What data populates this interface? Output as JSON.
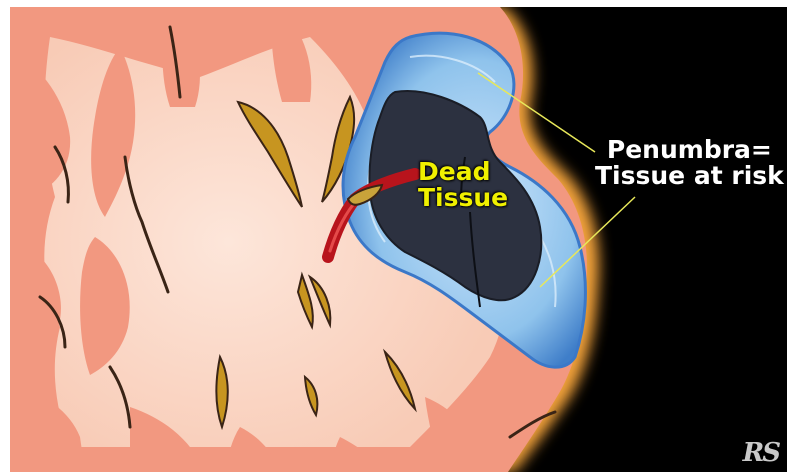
{
  "labels": {
    "dead_line1": "Dead",
    "dead_line2": "Tissue",
    "penumbra_line1": "Penumbra=",
    "penumbra_line2": "Tissue at risk"
  },
  "signature": "RS",
  "colors": {
    "background": "#000000",
    "cortex": "#f29880",
    "white_matter": "#fcd8c8",
    "penumbra": "#8fc3ec",
    "dead_tissue": "#2c3140",
    "artery": "#b8141c",
    "dead_label": "#f0f000",
    "penumbra_label": "#ffffff",
    "leader_line": "#e8e85a"
  }
}
